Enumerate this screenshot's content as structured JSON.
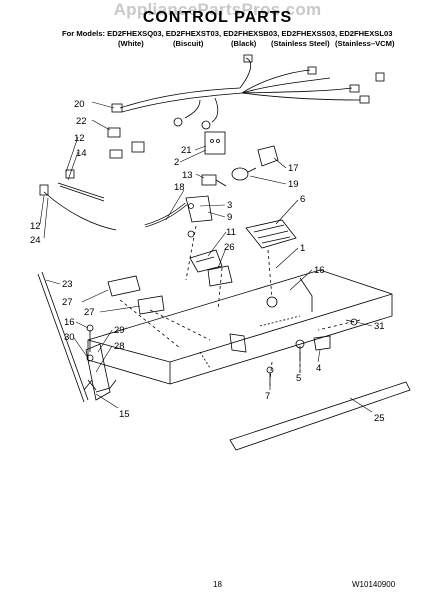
{
  "watermark": "AppliancePartsPros.com",
  "title": "CONTROL PARTS",
  "models_line": "For Models: ED2FHEXSQ03, ED2FHEXST03, ED2FHEXSB03, ED2FHEXSS03, ED2FHEXSL03",
  "colors": [
    "(White)",
    "(Biscuit)",
    "(Black)",
    "(Stainless Steel)",
    "(Stainless–VCM)"
  ],
  "callouts": [
    "20",
    "22",
    "12",
    "14",
    "21",
    "2",
    "17",
    "13",
    "19",
    "3",
    "18",
    "9",
    "6",
    "11",
    "26",
    "1",
    "23",
    "16",
    "27",
    "27",
    "31",
    "16",
    "29",
    "30",
    "28",
    "5",
    "4",
    "7",
    "15",
    "25",
    "12",
    "24"
  ],
  "page_number": "18",
  "document_number": "W10140900"
}
